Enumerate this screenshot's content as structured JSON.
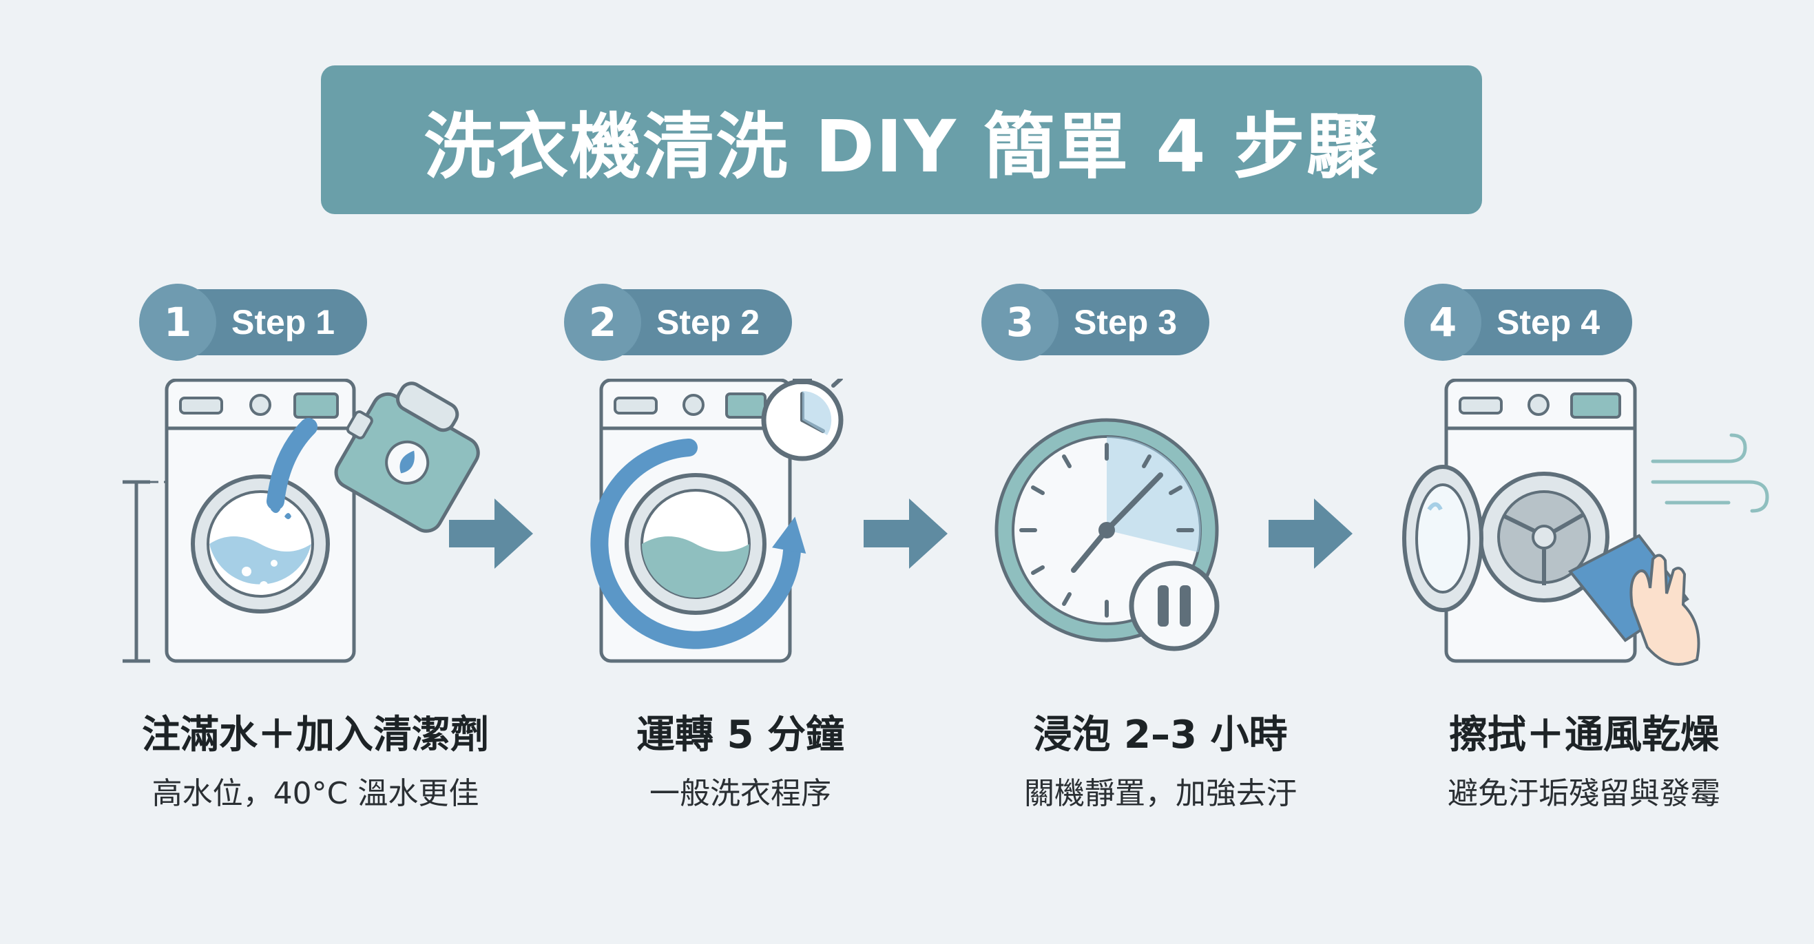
{
  "title": "洗衣機清洗 DIY 簡單 4 步驟",
  "steps": [
    {
      "number": "1",
      "label": "Step 1",
      "title": "注滿水＋加入清潔劑",
      "description": "高水位，40°C 溫水更佳",
      "icon": "washer-fill-detergent-icon"
    },
    {
      "number": "2",
      "label": "Step 2",
      "title": "運轉 5 分鐘",
      "description": "一般洗衣程序",
      "icon": "washer-spin-timer-icon"
    },
    {
      "number": "3",
      "label": "Step 3",
      "title": "浸泡 2–3 小時",
      "description": "關機靜置，加強去汙",
      "icon": "clock-pause-icon"
    },
    {
      "number": "4",
      "label": "Step 4",
      "title": "擦拭＋通風乾燥",
      "description": "避免汙垢殘留與發霉",
      "icon": "washer-wipe-dry-icon"
    }
  ],
  "colors": {
    "background": "#eef2f5",
    "banner": "#6a9fa9",
    "pill": "#5f8ba1",
    "accent_blue": "#5b97c7",
    "water": "#a6cfe6",
    "teal": "#8fbfbf",
    "outline": "#5f6f7a"
  }
}
